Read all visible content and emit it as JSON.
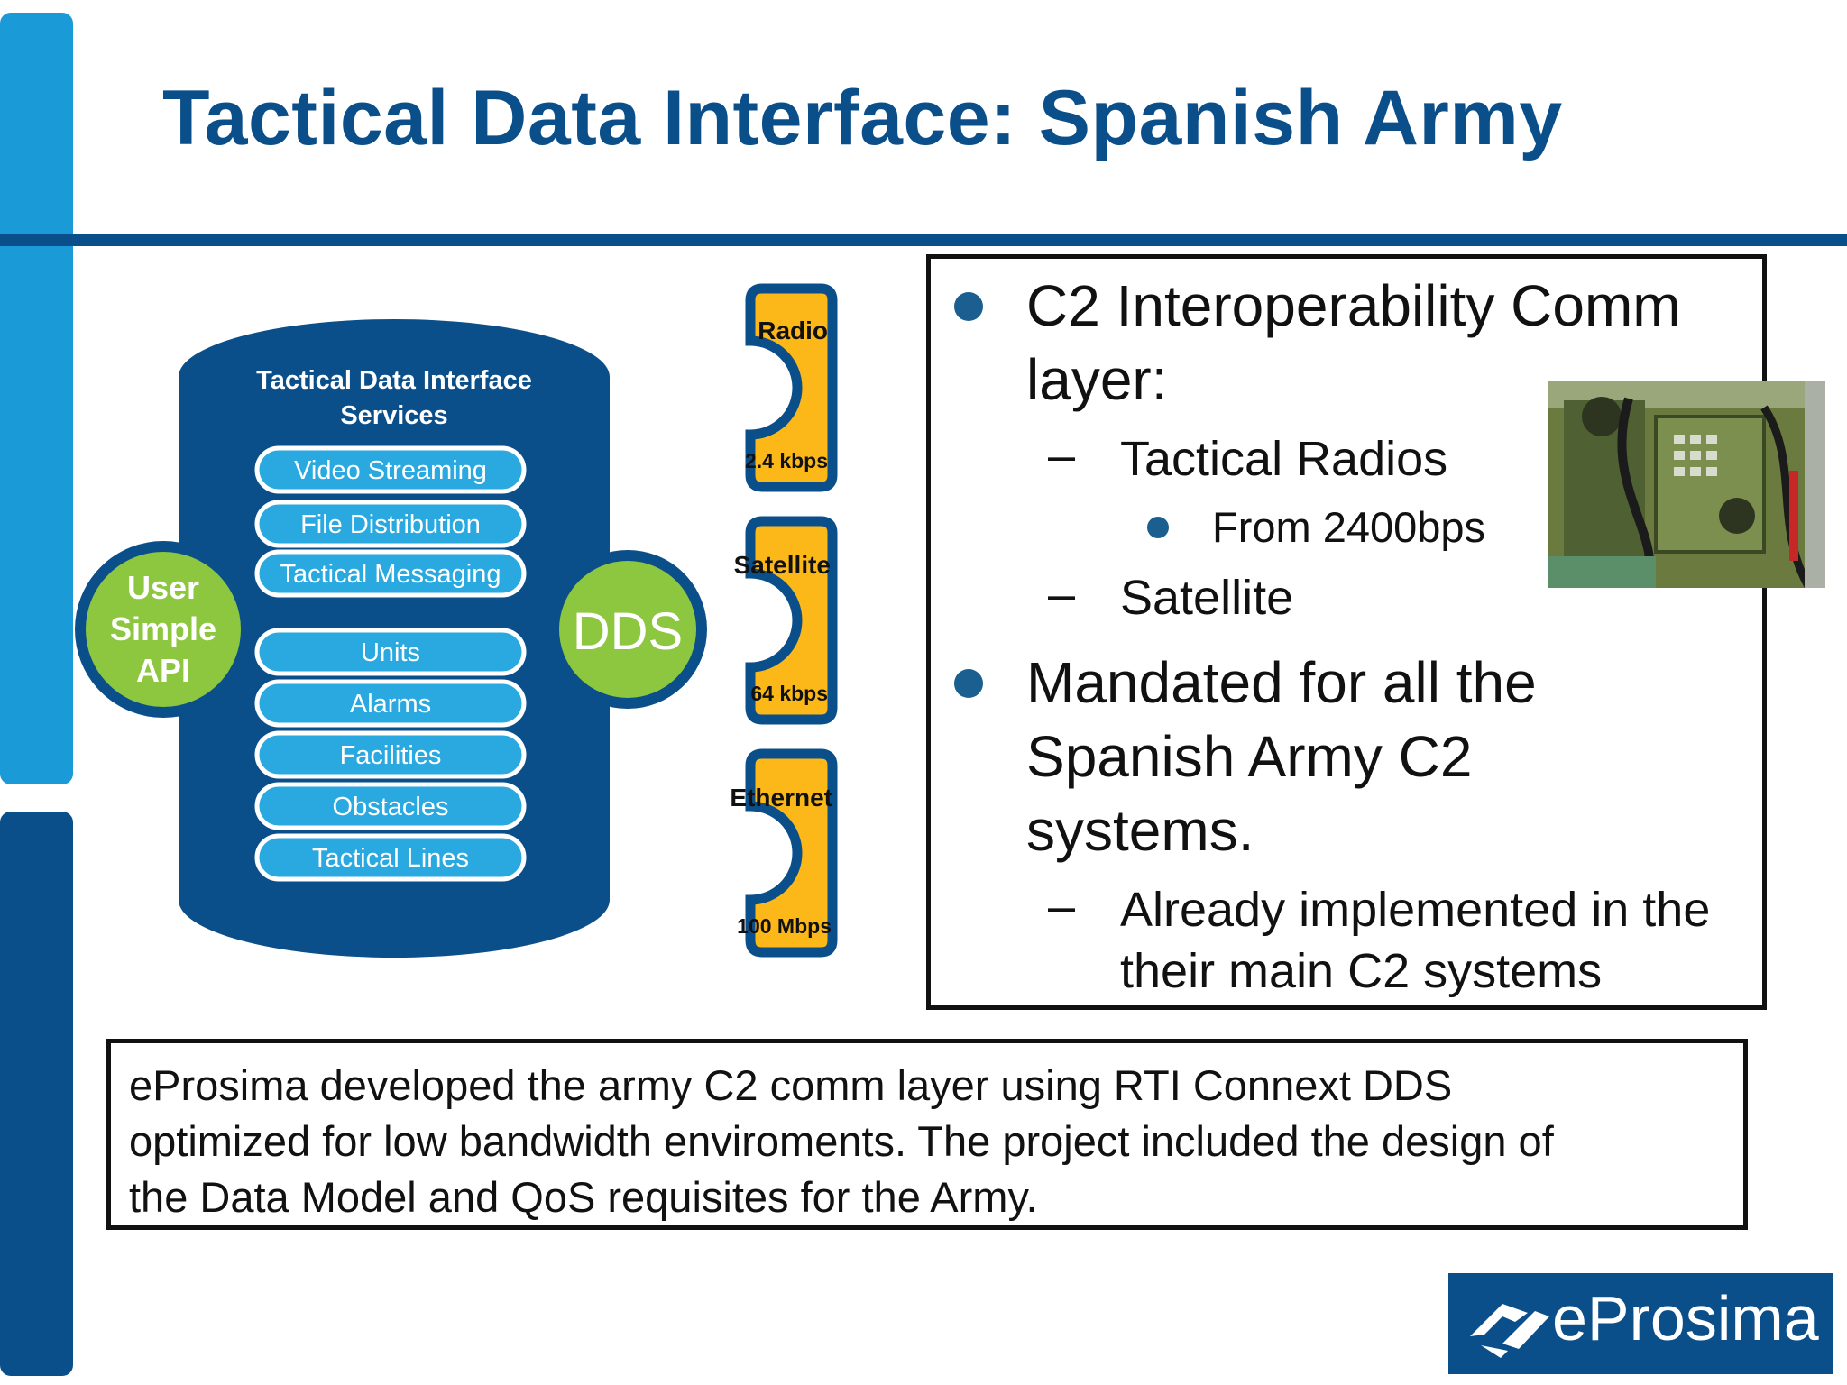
{
  "slide": {
    "title": "Tactical Data Interface: Spanish Army",
    "colors": {
      "navy": "#0b4f8a",
      "blue": "#1a9ad6",
      "cyan_button": "#29a9e0",
      "green": "#8dc63f",
      "yellow": "#fbb818"
    }
  },
  "diagram": {
    "services_title_line1": "Tactical Data Interface",
    "services_title_line2": "Services",
    "services": [
      "Video Streaming",
      "File Distribution",
      "Tactical Messaging"
    ],
    "data_items": [
      "Units",
      "Alarms",
      "Facilities",
      "Obstacles",
      "Tactical Lines"
    ],
    "api_line1": "User",
    "api_line2": "Simple",
    "api_line3": "API",
    "dds_label": "DDS",
    "links": [
      {
        "name": "Radio",
        "rate": "2.4 kbps"
      },
      {
        "name": "Satellite",
        "rate": "64 kbps"
      },
      {
        "name": "Ethernet",
        "rate": "100 Mbps"
      }
    ]
  },
  "bullets": {
    "b1_line1": "C2 Interoperability Comm",
    "b1_line2": "layer:",
    "b1_sub1": "Tactical Radios",
    "b1_sub1_sub": "From 2400bps",
    "b1_sub2": "Satellite",
    "b2_line1": "Mandated for all the",
    "b2_line2": "Spanish Army C2",
    "b2_line3": "systems.",
    "b2_sub1_line1": "Already implemented in the",
    "b2_sub1_line2": "their main C2 systems",
    "dash": "–"
  },
  "summary": {
    "line1": "eProsima developed the army C2 comm layer using RTI Connext DDS",
    "line2": "optimized for low bandwidth enviroments. The project included the design of",
    "line3": "the Data Model and QoS requisites for the Army."
  },
  "logo": {
    "text": "eProsima"
  }
}
